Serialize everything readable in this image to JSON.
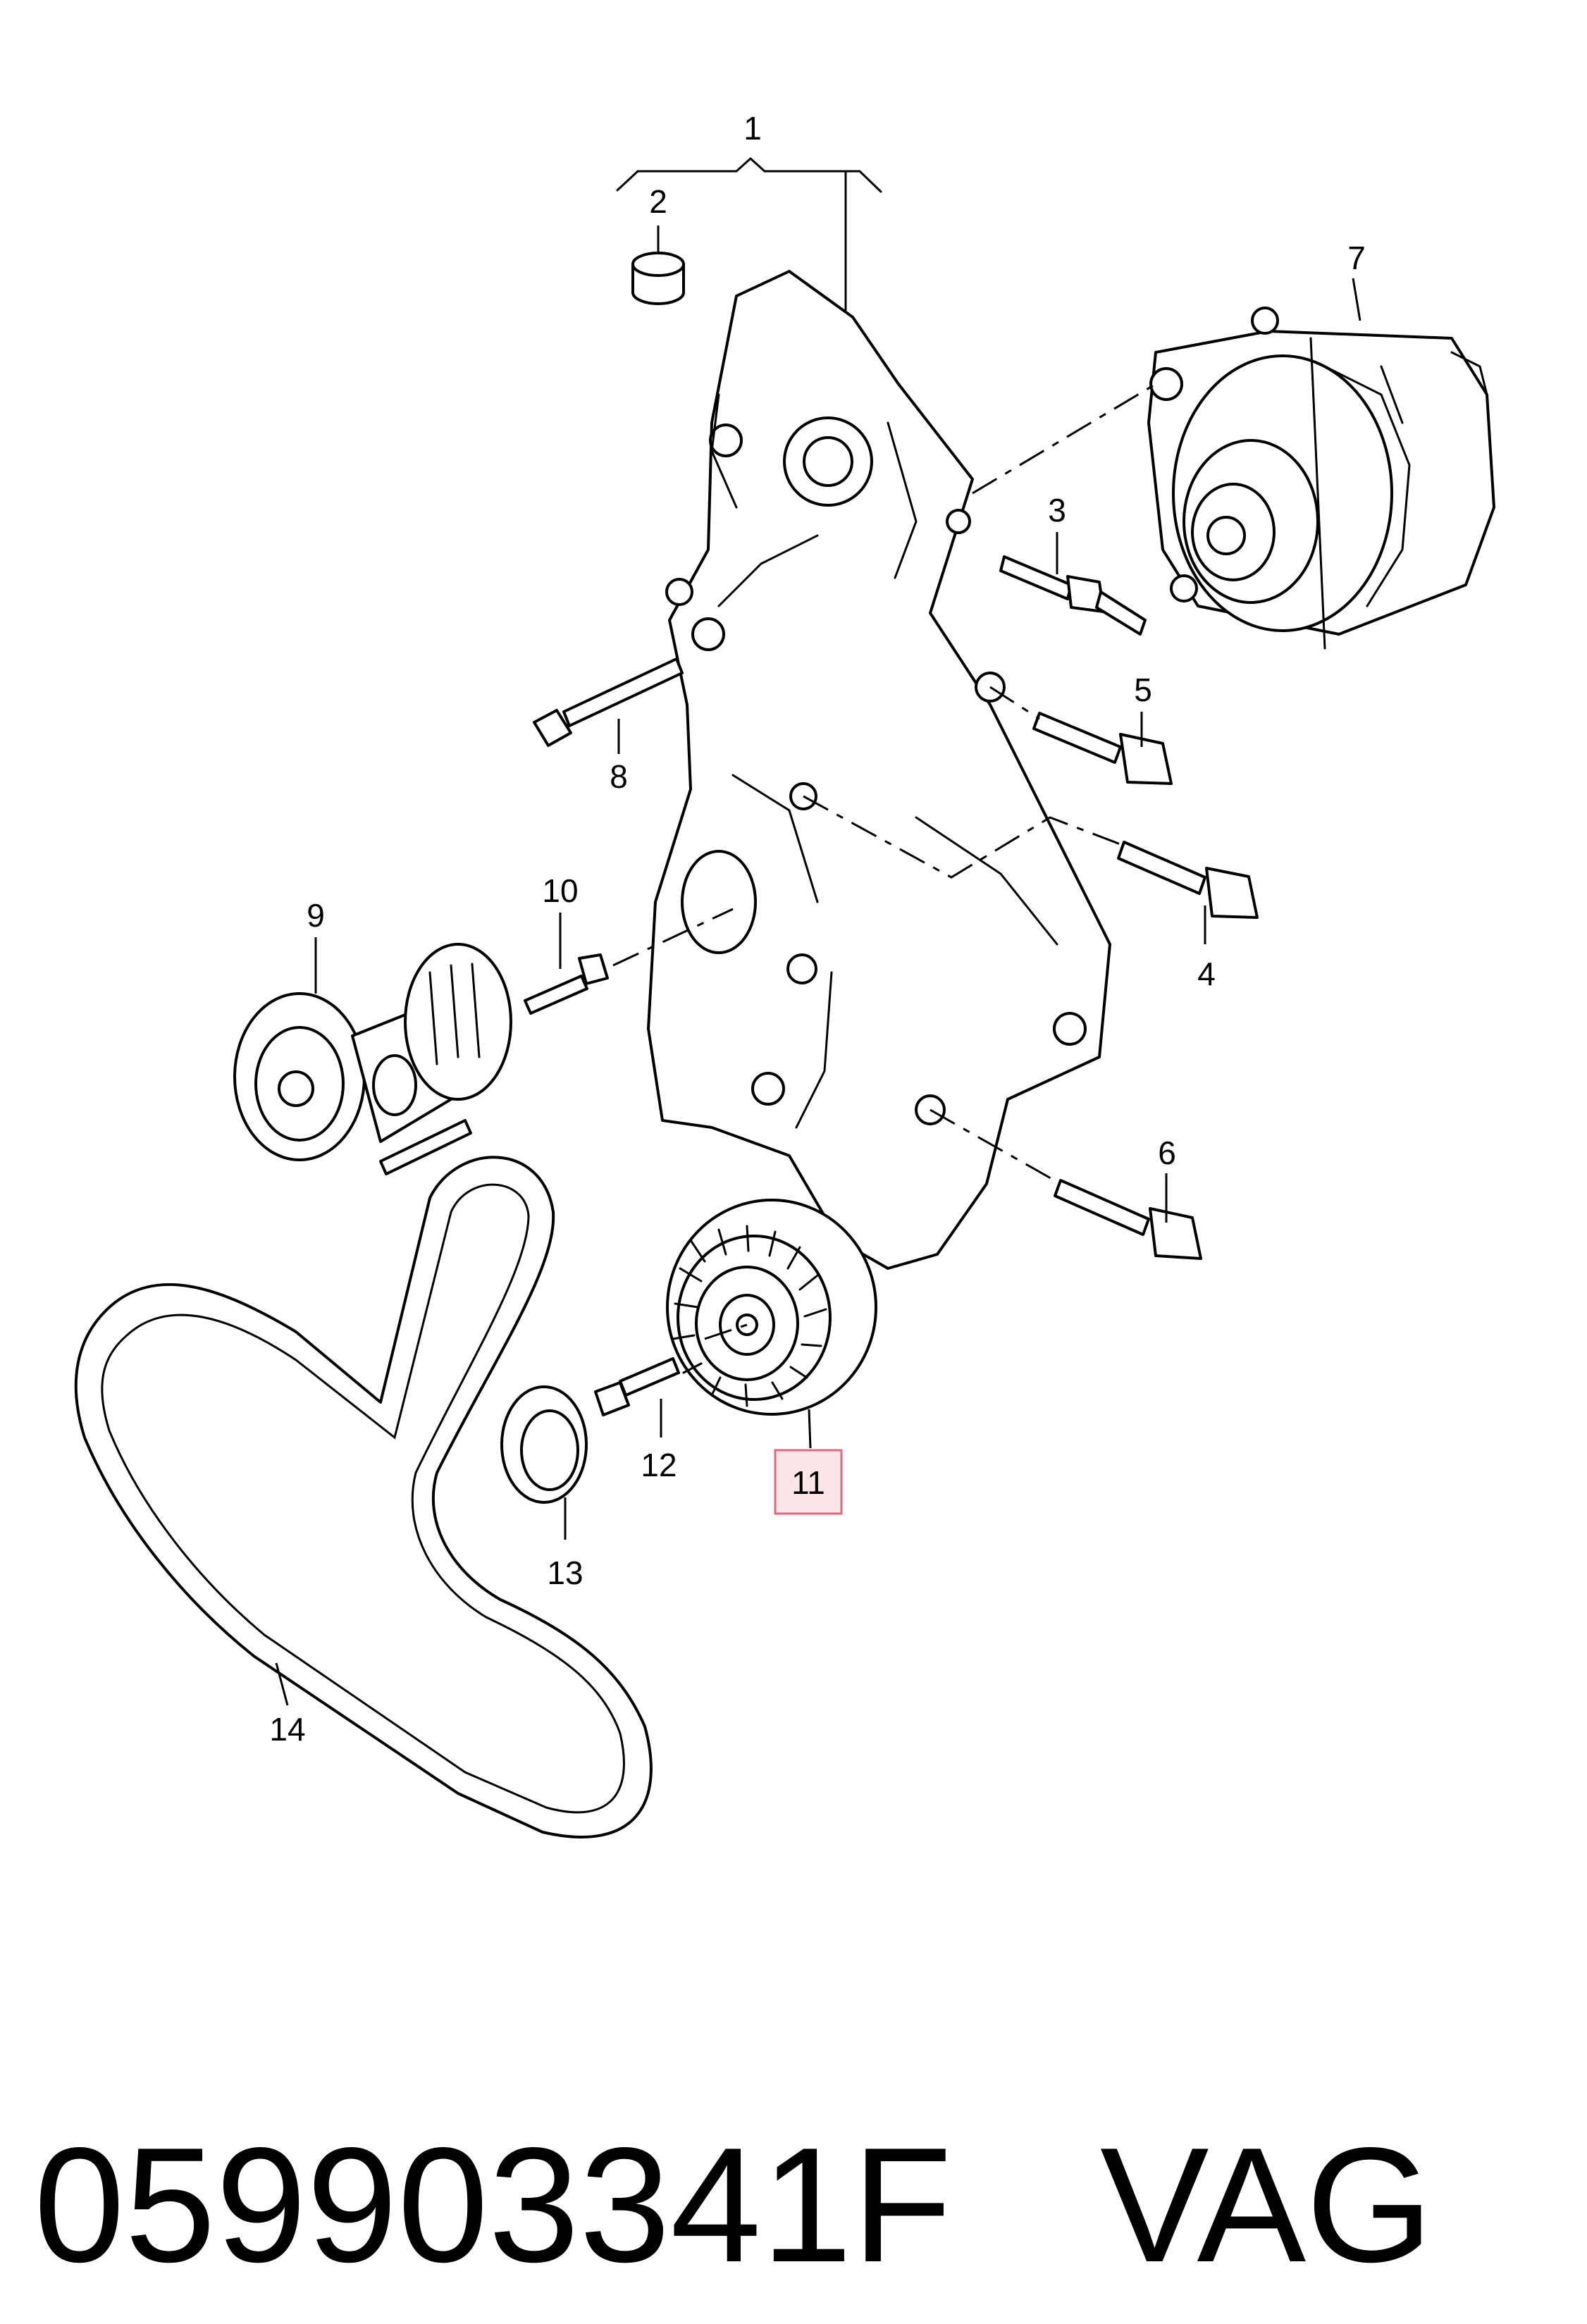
{
  "callouts": {
    "c1": "1",
    "c2": "2",
    "c3": "3",
    "c4": "4",
    "c5": "5",
    "c6": "6",
    "c7": "7",
    "c8": "8",
    "c9": "9",
    "c10": "10",
    "c11": "11",
    "c12": "12",
    "c13": "13",
    "c14": "14"
  },
  "highlighted_callout": "11",
  "colors": {
    "line": "#000000",
    "highlight_fill": "#fbe5e8",
    "highlight_border": "#e06a7d"
  },
  "footer": {
    "part_number": "059903341F",
    "brand": "VAG"
  }
}
